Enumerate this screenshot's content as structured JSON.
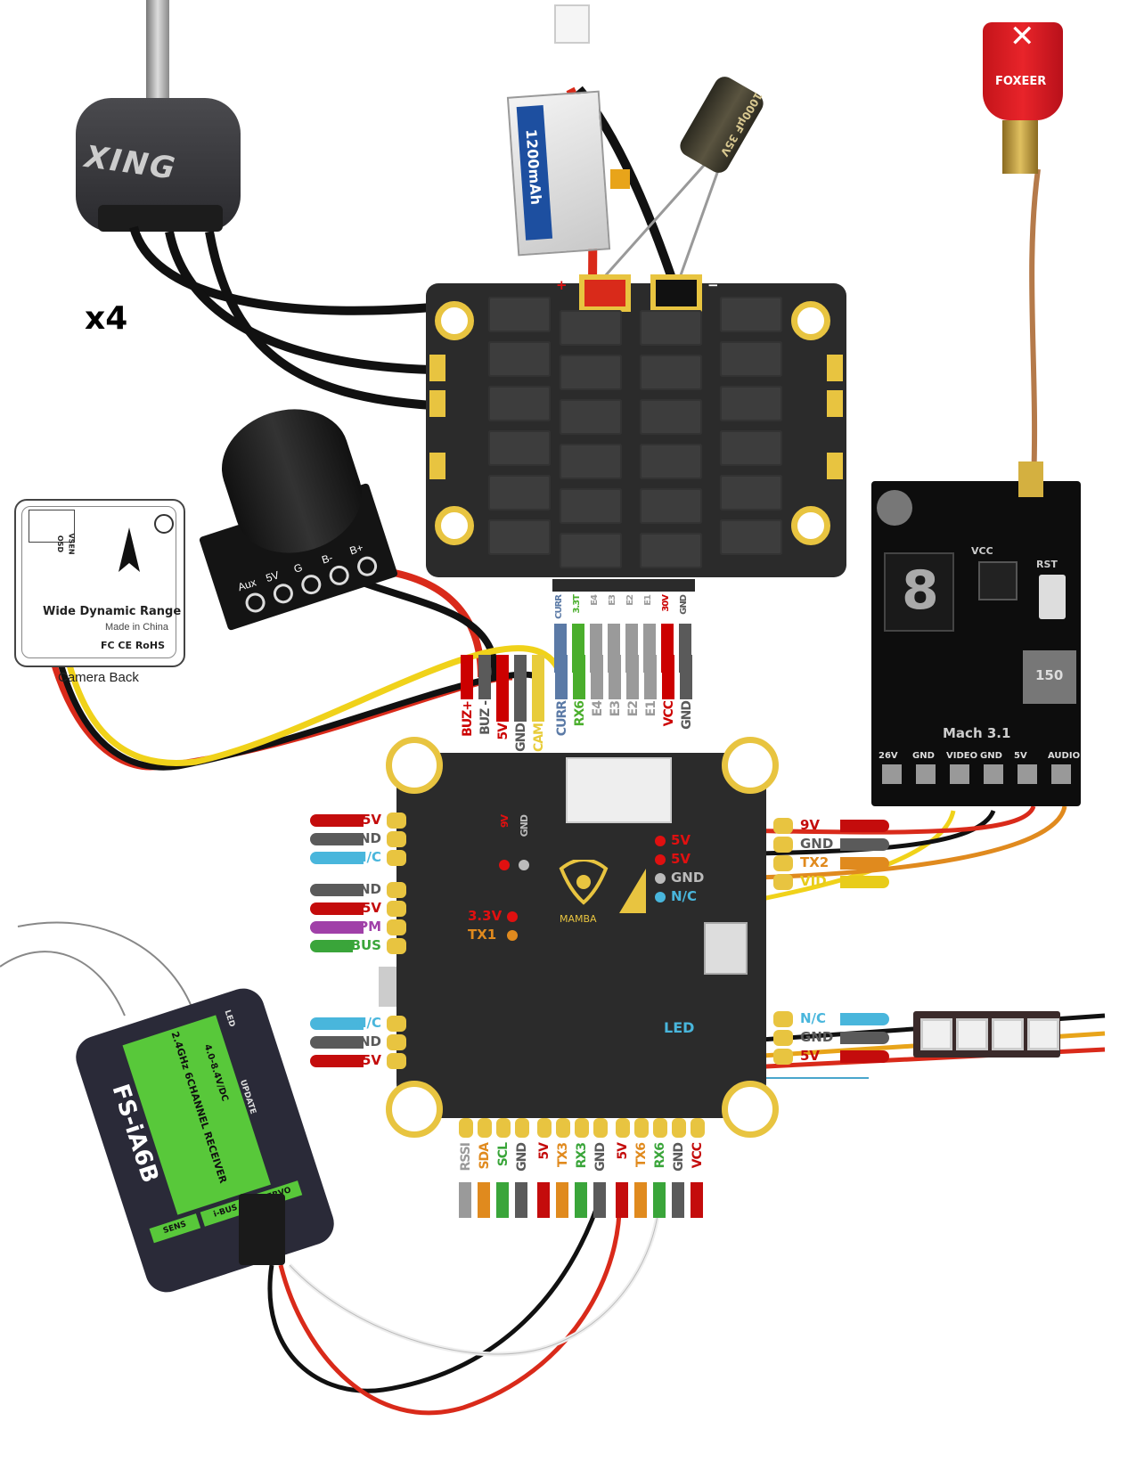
{
  "labels": {
    "motor_count": "x4",
    "motor_brand": "XING",
    "battery_brand": "1200mAh",
    "capacitor": "1000μF 35V",
    "antenna_brand": "FOXEER",
    "esc_plus": "+",
    "esc_minus": "−",
    "camera_text1": "Wide Dynamic Range",
    "camera_text2": "Made in China",
    "camera_text3": "FC CE RoHS",
    "camera_caption": "Camera Back",
    "camera_pins": [
      "VSEN",
      "OSD"
    ],
    "buzzer_pins": [
      "Aux",
      "5V",
      "G",
      "B-",
      "B+"
    ],
    "vtx_model": "Mach 3.1",
    "vtx_display": "8",
    "vtx_inductor": "150",
    "vtx_rst": "RST",
    "vtx_vcc": "VCC",
    "vtx_pins": [
      "26V",
      "GND",
      "VIDEO",
      "GND",
      "5V",
      "AUDIO"
    ],
    "fc_brand": "MAMBA",
    "fc_led": "LED",
    "receiver_model": "FS-iA6B",
    "receiver_desc": "2.4GHz 6CHANNEL RECEIVER",
    "receiver_voltage": "4.0-8.4V/DC",
    "receiver_led": "LED",
    "receiver_update": "UPDATE",
    "receiver_ports": [
      "SENS",
      "i-BUS",
      "SERVO"
    ]
  },
  "esc_connector_pins": [
    {
      "label": "BUZ+",
      "color": "#cc0000"
    },
    {
      "label": "BUZ -",
      "color": "#5a5a5a"
    },
    {
      "label": "5V",
      "color": "#cc0000"
    },
    {
      "label": "GND",
      "color": "#5a5a5a"
    },
    {
      "label": "CAM",
      "color": "#e8cc3a"
    },
    {
      "label": "CURR",
      "color": "#5b7aa6"
    },
    {
      "label": "RX6",
      "color": "#4aae2c"
    },
    {
      "label": "E4",
      "color": "#9a9a9a"
    },
    {
      "label": "E3",
      "color": "#9a9a9a"
    },
    {
      "label": "E2",
      "color": "#9a9a9a"
    },
    {
      "label": "E1",
      "color": "#9a9a9a"
    },
    {
      "label": "VCC",
      "color": "#cc0000"
    },
    {
      "label": "GND",
      "color": "#5a5a5a"
    }
  ],
  "esc_top_pins": [
    {
      "label": "CURR",
      "color": "#5b7aa6"
    },
    {
      "label": "3.3T",
      "color": "#4aae2c"
    },
    {
      "label": "E4",
      "color": "#9a9a9a"
    },
    {
      "label": "E3",
      "color": "#9a9a9a"
    },
    {
      "label": "E2",
      "color": "#9a9a9a"
    },
    {
      "label": "E1",
      "color": "#9a9a9a"
    },
    {
      "label": "30V",
      "color": "#cc0000"
    },
    {
      "label": "GND",
      "color": "#5a5a5a"
    }
  ],
  "fc_left_top": [
    {
      "label": "5V",
      "color": "#c40c0c"
    },
    {
      "label": "GND",
      "color": "#5a5a5a"
    },
    {
      "label": "N/C",
      "color": "#49b6dc"
    }
  ],
  "fc_left_mid": [
    {
      "label": "GND",
      "color": "#5a5a5a"
    },
    {
      "label": "5V",
      "color": "#c40c0c"
    },
    {
      "label": "PPM",
      "color": "#a040a8"
    },
    {
      "label": "SBUS",
      "color": "#3aa53a"
    }
  ],
  "fc_left_bottom": [
    {
      "label": "N/C",
      "color": "#49b6dc"
    },
    {
      "label": "GND",
      "color": "#5a5a5a"
    },
    {
      "label": "5V",
      "color": "#c40c0c"
    }
  ],
  "fc_right_top": [
    {
      "label": "9V",
      "color": "#c40c0c"
    },
    {
      "label": "GND",
      "color": "#5a5a5a"
    },
    {
      "label": "TX2",
      "color": "#e08a1e"
    },
    {
      "label": "VID",
      "color": "#e8cc1a"
    }
  ],
  "fc_right_top_inner": [
    {
      "label": "5V",
      "color": "#e01010"
    },
    {
      "label": "5V",
      "color": "#e01010"
    },
    {
      "label": "GND",
      "color": "#bbbbbb"
    },
    {
      "label": "N/C",
      "color": "#49b6dc"
    }
  ],
  "fc_inner_top": [
    {
      "label": "9V",
      "color": "#e01010"
    },
    {
      "label": "GND",
      "color": "#bbbbbb"
    }
  ],
  "fc_inner_left": [
    {
      "label": "3.3V",
      "color": "#e01010"
    },
    {
      "label": "TX1",
      "color": "#e08a1e"
    }
  ],
  "fc_right_bottom": [
    {
      "label": "N/C",
      "color": "#49b6dc"
    },
    {
      "label": "GND",
      "color": "#5a5a5a"
    },
    {
      "label": "5V",
      "color": "#c40c0c"
    }
  ],
  "fc_bottom_pins": [
    {
      "label": "RSSI",
      "color": "#9a9a9a"
    },
    {
      "label": "SDA",
      "color": "#e08a1e"
    },
    {
      "label": "SCL",
      "color": "#3aa53a"
    },
    {
      "label": "GND",
      "color": "#5a5a5a"
    },
    {
      "label": "5V",
      "color": "#c40c0c"
    },
    {
      "label": "TX3",
      "color": "#e08a1e"
    },
    {
      "label": "RX3",
      "color": "#3aa53a"
    },
    {
      "label": "GND",
      "color": "#5a5a5a"
    },
    {
      "label": "5V",
      "color": "#c40c0c"
    },
    {
      "label": "TX6",
      "color": "#e08a1e"
    },
    {
      "label": "RX6",
      "color": "#3aa53a"
    },
    {
      "label": "GND",
      "color": "#5a5a5a"
    },
    {
      "label": "VCC",
      "color": "#c40c0c"
    }
  ]
}
